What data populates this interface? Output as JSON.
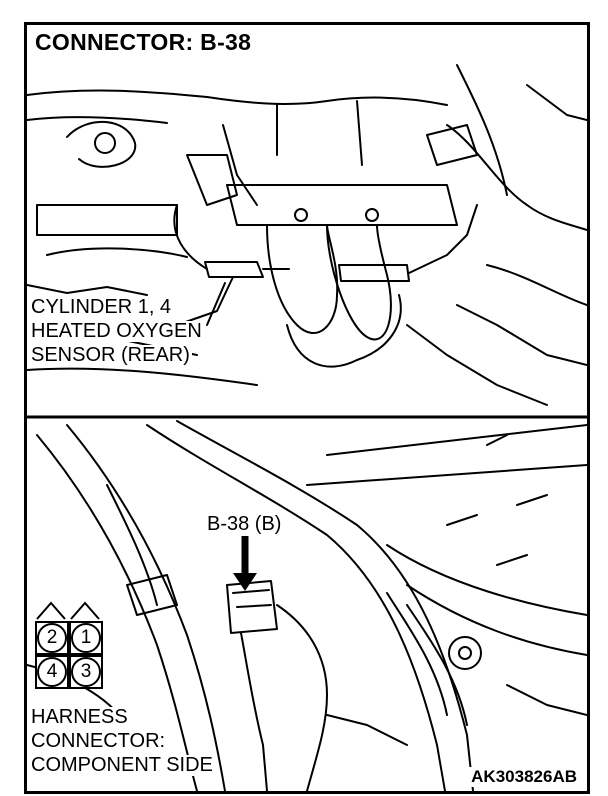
{
  "title": "CONNECTOR: B-38",
  "top_callout": {
    "line1": "CYLINDER 1, 4",
    "line2": "HEATED OXYGEN",
    "line3": "SENSOR (REAR)"
  },
  "bottom_callout": "B-38 (B)",
  "harness_label": {
    "line1": "HARNESS",
    "line2": "CONNECTOR:",
    "line3": "COMPONENT SIDE"
  },
  "connector_pins": [
    "2",
    "1",
    "4",
    "3"
  ],
  "reference_code": "AK303826AB"
}
